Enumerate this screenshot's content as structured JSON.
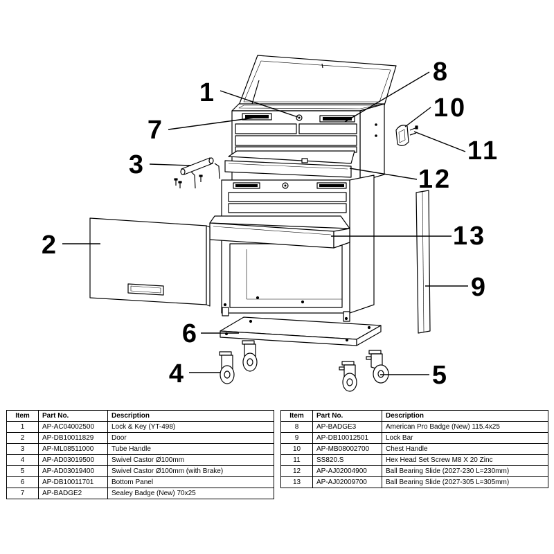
{
  "callouts": [
    "1",
    "2",
    "3",
    "4",
    "5",
    "6",
    "7",
    "8",
    "9",
    "10",
    "11",
    "12",
    "13"
  ],
  "parts_list": {
    "headers": [
      "Item",
      "Part No.",
      "Description"
    ],
    "left_rows": [
      [
        "1",
        "AP-AC04002500",
        "Lock & Key (YT-498)"
      ],
      [
        "2",
        "AP-DB10011829",
        "Door"
      ],
      [
        "3",
        "AP-ML08511000",
        "Tube Handle"
      ],
      [
        "4",
        "AP-AD03019500",
        "Swivel Castor Ø100mm"
      ],
      [
        "5",
        "AP-AD03019400",
        "Swivel Castor Ø100mm (with Brake)"
      ],
      [
        "6",
        "AP-DB10011701",
        "Bottom Panel"
      ],
      [
        "7",
        "AP-BADGE2",
        "Sealey Badge (New) 70x25"
      ]
    ],
    "right_rows": [
      [
        "8",
        "AP-BADGE3",
        "American Pro Badge (New) 115.4x25"
      ],
      [
        "9",
        "AP-DB10012501",
        "Lock Bar"
      ],
      [
        "10",
        "AP-MB08002700",
        "Chest Handle"
      ],
      [
        "11",
        "SS820.S",
        "Hex Head Set Screw M8 X 20 Zinc"
      ],
      [
        "12",
        "AP-AJ02004900",
        "Ball Bearing Slide (2027-230 L=230mm)"
      ],
      [
        "13",
        "AP-AJ02009700",
        "Ball Bearing Slide (2027-305 L=305mm)"
      ]
    ]
  },
  "colors": {
    "line": "#000000",
    "background": "#ffffff"
  }
}
